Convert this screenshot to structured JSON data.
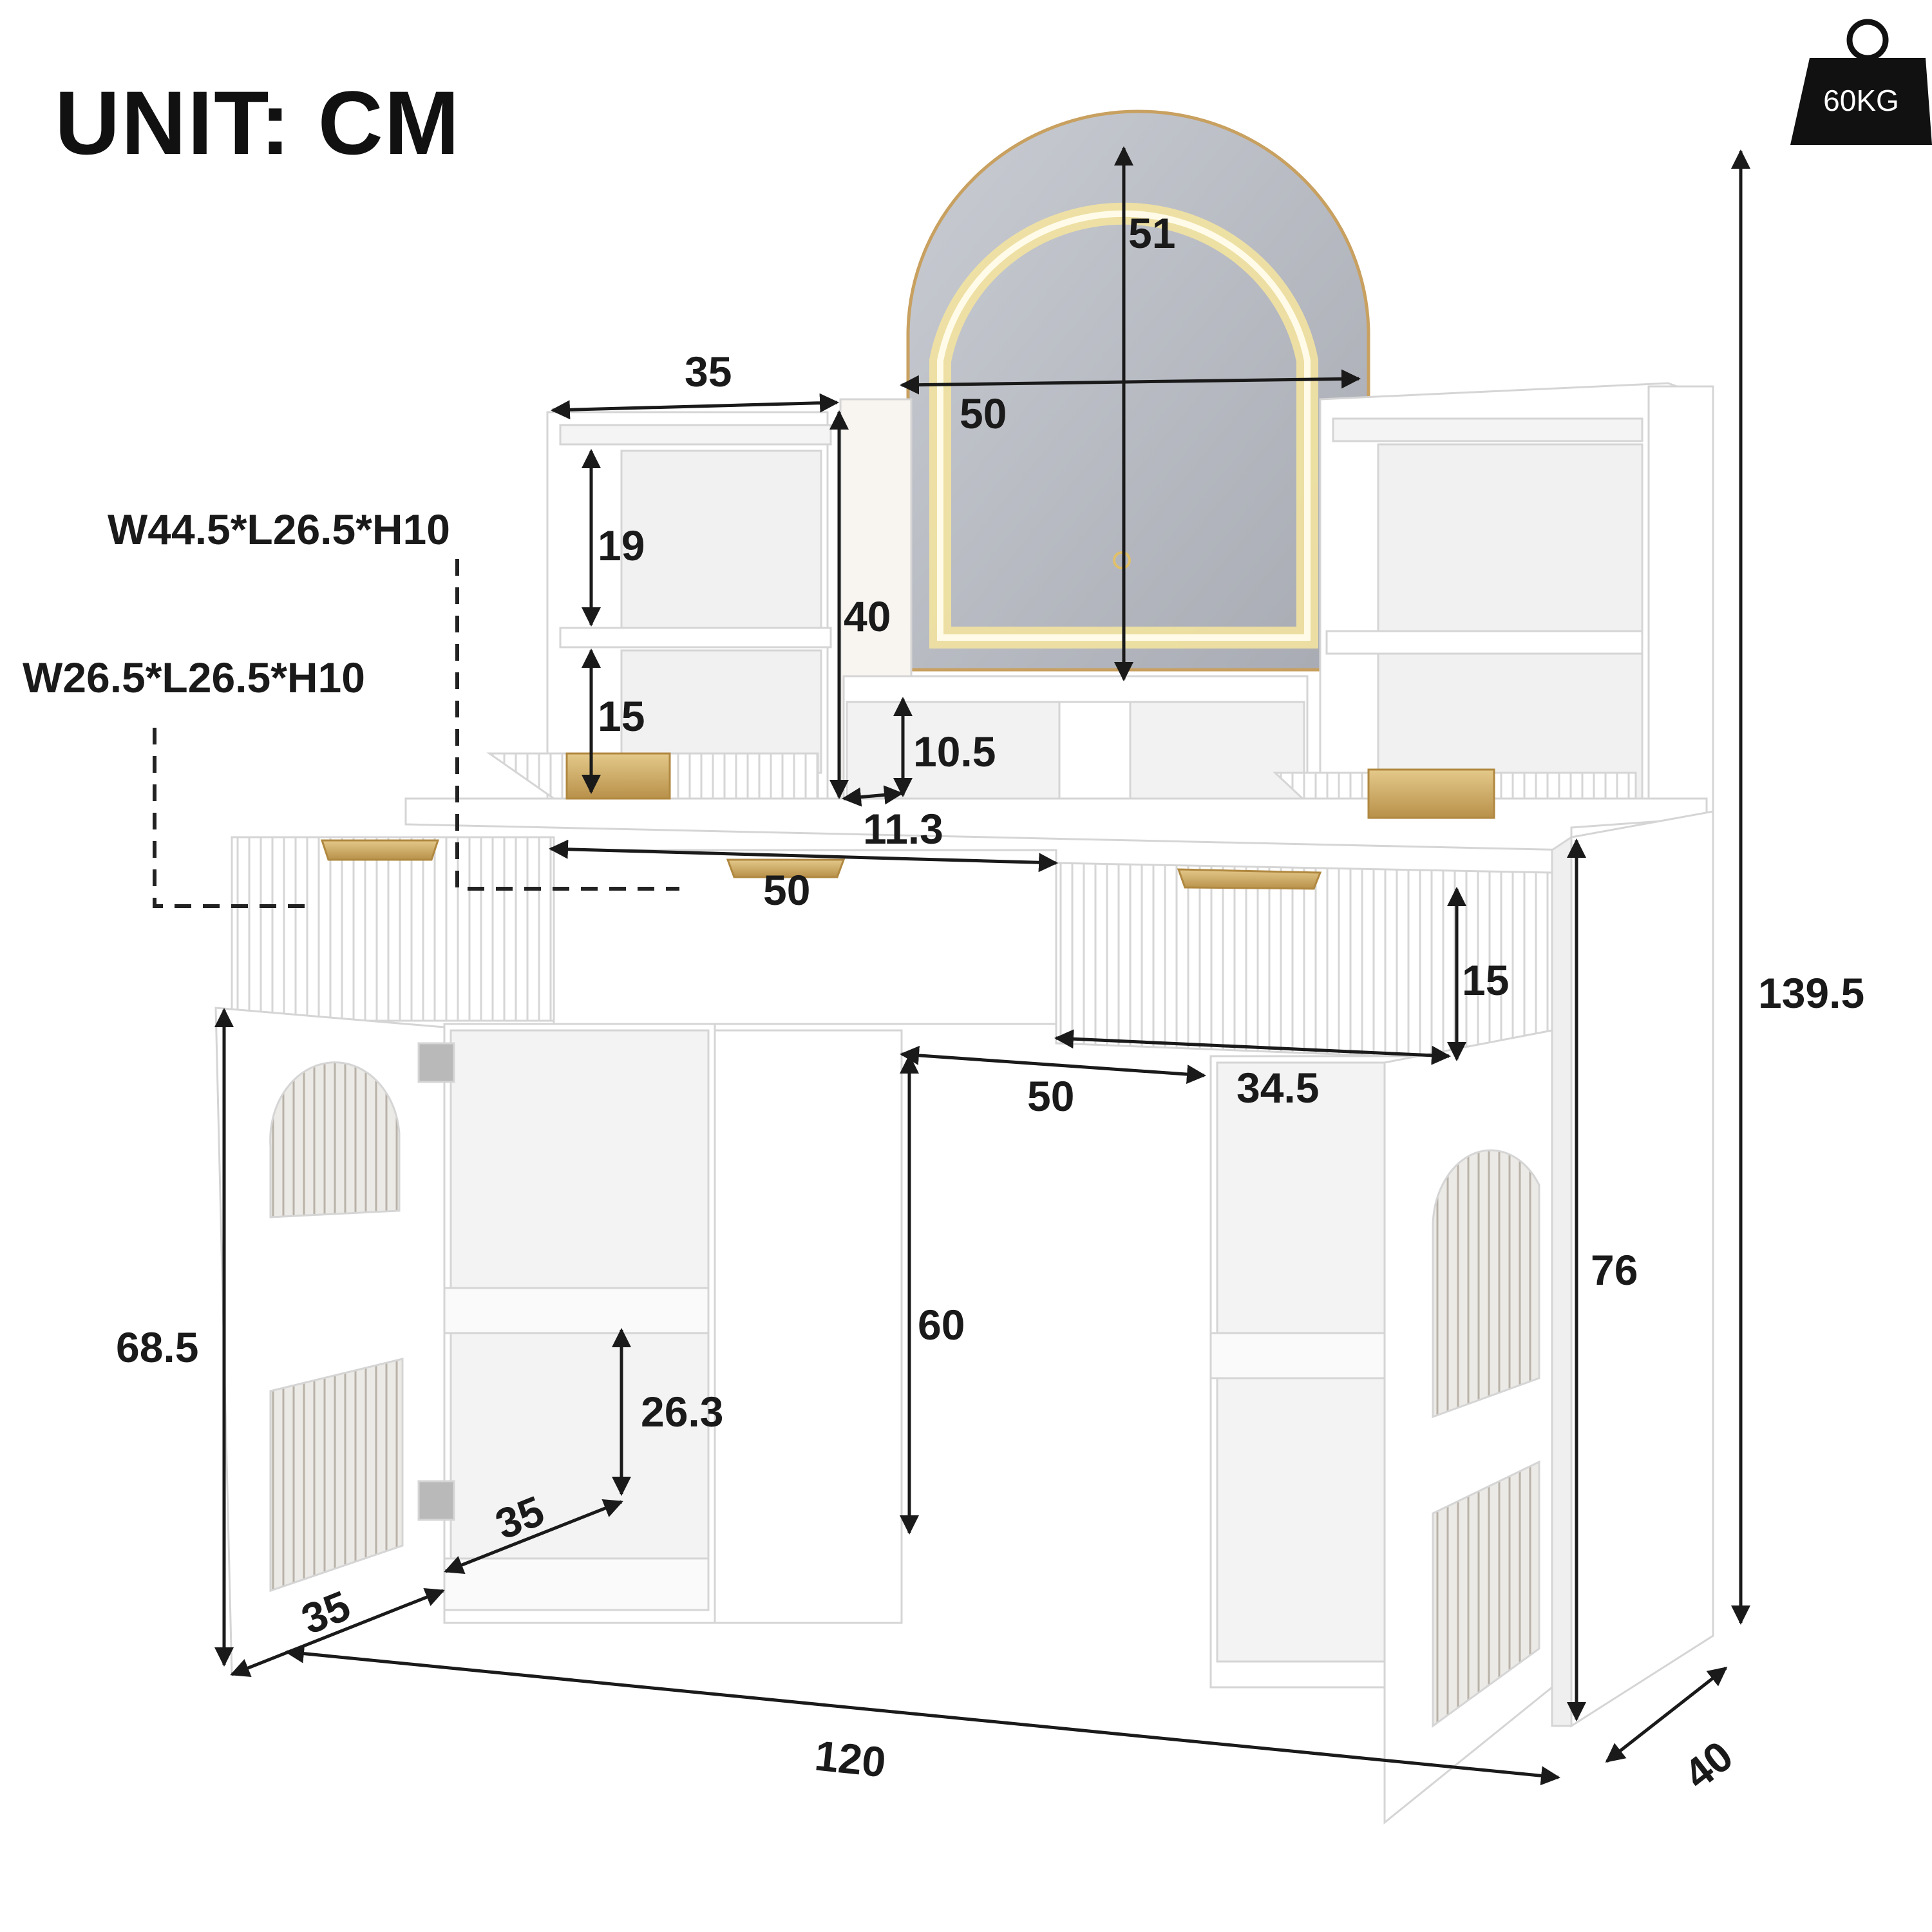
{
  "title": "UNIT: CM",
  "weight_badge": {
    "label": "60KG",
    "icon": "weight-icon",
    "color": "#111111"
  },
  "colors": {
    "furniture": "#ffffff",
    "furniture_edge": "#d9d9d9",
    "handle": "#c9a65a",
    "mirror": "#b9bcc4",
    "led": "#f3e6a0",
    "dimension_line": "#1a1a1a",
    "guide_line": "#222222"
  },
  "drawer_sizes": {
    "large": "W44.5*L26.5*H10",
    "small": "W26.5*L26.5*H10"
  },
  "dimensions": {
    "mirror_height": "51",
    "mirror_width": "50",
    "hutch_width": "35",
    "hutch_height": "40",
    "hutch_upper_shelf": "19",
    "hutch_lower_shelf": "15",
    "center_cubby_height": "10.5",
    "center_cubby_depth": "11.3",
    "drawer_width_left": "50",
    "drawer_height_right": "15",
    "knee_space_width": "50",
    "drawer_width_right": "34.5",
    "total_height": "139.5",
    "desk_height": "76",
    "knee_space_height": "60",
    "cabinet_height": "68.5",
    "cabinet_shelf_height": "26.3",
    "cabinet_depth": "35",
    "cabinet_width": "35",
    "total_width": "120",
    "total_depth": "40"
  }
}
